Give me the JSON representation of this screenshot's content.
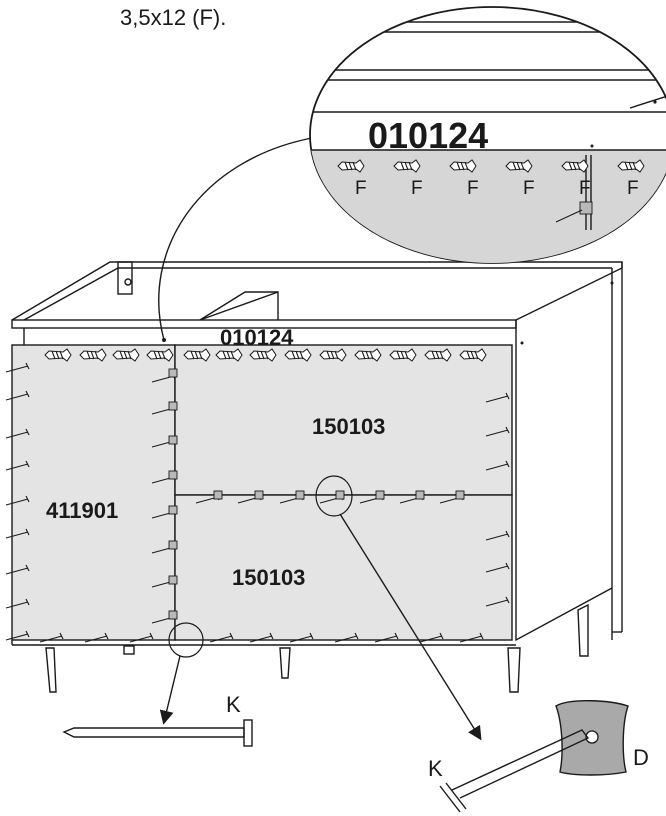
{
  "caption": "3,5x12 (F).",
  "parts": {
    "top_rail": "010124",
    "side_panel": "411901",
    "upper_panel": "150103",
    "lower_panel": "150103"
  },
  "detail_top": {
    "part_label": "010124",
    "screw_letter": "F",
    "screw_count": 6
  },
  "detail_nail": {
    "letter": "K"
  },
  "detail_clip": {
    "nail_letter": "K",
    "clip_letter": "D"
  },
  "colors": {
    "panel_fill": "#e4e4e4",
    "clip_fill": "#b9b9b9",
    "line": "#1a1a1a"
  }
}
